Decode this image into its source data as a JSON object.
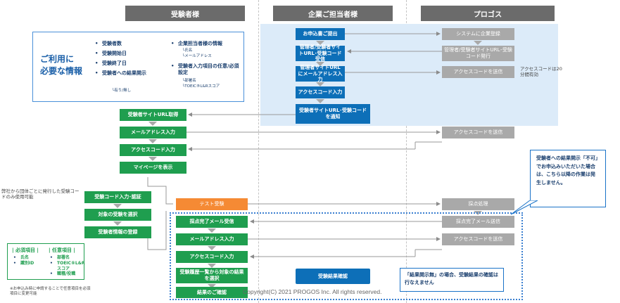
{
  "headers": {
    "candidate": "受験者様",
    "company": "企業ご担当者様",
    "progos": "プロゴス"
  },
  "info": {
    "title_line1": "ご利用に",
    "title_line2": "必要な情報",
    "col1": [
      "受験者数",
      "受験開始日",
      "受験終了日",
      "受験者への結果開示"
    ],
    "col1_sub": "└有り/無し",
    "col2_item1": "企業担当者様の情報",
    "col2_item1_subs": [
      "└氏名",
      "└メールアドレス"
    ],
    "col2_item2": "受験者入力項目の任意/必須設定",
    "col2_item2_subs": [
      "└部署名",
      "└TOEIC®L&Rスコア"
    ]
  },
  "company_flow": [
    "お申込書ご提出",
    "管理者/受験者サイトURL･受験コード受信",
    "管理者サイトURLにメールアドレス入力",
    "アクセスコード入力",
    "受験者サイトURL･受験コードを通知"
  ],
  "progos_flow": [
    "システムに企業登録",
    "管理者/受験者サイトURL･受験コード発行",
    "アクセスコードを送信",
    "アクセスコードを送信",
    "採点処理",
    "採点完了メール送信",
    "アクセスコードを送信"
  ],
  "access_note": "アクセスコードは20分間有効",
  "candidate_flow_top": [
    "受験者サイトURL取得",
    "メールアドレス入力",
    "アクセスコード入力",
    "マイページを表示"
  ],
  "group_note": "弊社から団体ごとに発行した受験コードのみ使用可能",
  "candidate_flow_mid": [
    "受験コード入力･認証",
    "対象の受験を選択",
    "受験者情報の登録"
  ],
  "candidate_flow_right": [
    "テスト受験",
    "採点完了メール受信",
    "メールアドレス入力",
    "アクセスコード入力",
    "受験履歴一覧から対象の結果を選択",
    "結果のご確認"
  ],
  "required": {
    "h1": "必須項目",
    "h2": "任意項目",
    "req": [
      "氏名",
      "識別ID"
    ],
    "opt": [
      "部署名",
      "TOEIC®L&Rスコア",
      "職種/役職"
    ]
  },
  "footnote": "※お申込み時に申請することで任意項目を必須項目に変更可能",
  "result_confirm": "受験結果確認",
  "callout1": "受験者への結果開示「不可」でお申込みいただいた場合は、こちら以降の作業は発生しません。",
  "callout2": "「結果開示無」の場合、受験結果の確認は行なえません",
  "copyright": "Copyright(C) 2021 PROGOS Inc. All rights reserved.",
  "colors": {
    "green": "#1f9e4f",
    "blue": "#0d6fb8",
    "gray": "#a9a9a9",
    "orange": "#f58a34",
    "header": "#6b6b6b"
  }
}
